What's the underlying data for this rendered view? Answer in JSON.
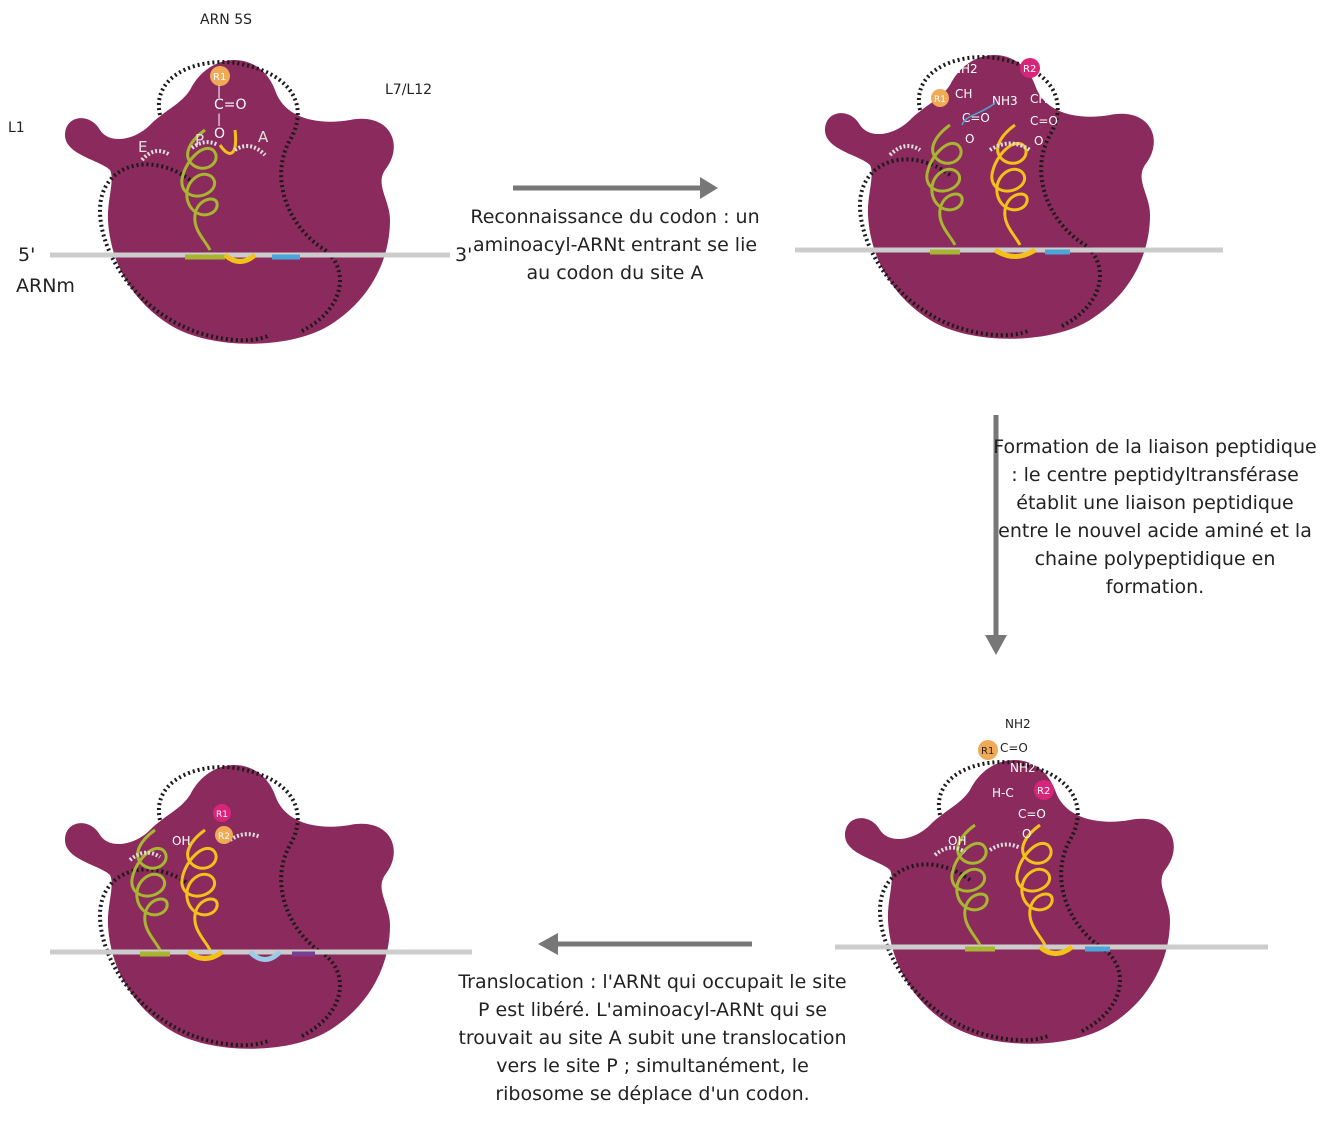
{
  "labels": {
    "arn5s": "ARN 5S",
    "l7l12": "L7/L12",
    "l1": "L1",
    "five_prime": "5'",
    "three_prime": "3'",
    "arnm": "ARNm",
    "site_e": "E",
    "site_p": "P",
    "site_a": "A"
  },
  "molecules": {
    "r1": "R1",
    "r2": "R2",
    "c_eq_o": "C=O",
    "o": "O",
    "nh2": "NH2",
    "ch": "CH",
    "nh3": "NH3",
    "h_c": "H-C",
    "oh": "OH",
    "vbar": "|"
  },
  "steps": {
    "recognition": "Reconnaissance du codon : un aminoacyl-ARNt entrant se lie au codon du site A",
    "peptide_bond": "Formation de la liaison peptidique : le centre peptidyltransférase établit une liaison peptidique entre le nouvel acide aminé et la chaine polypeptidique en formation.",
    "translocation": "Translocation : l'ARNt qui occupait le site P est libéré. L'aminoacyl-ARNt qui se trouvait au site A subit une translocation vers le site P ; simultanément, le ribosome se déplace d'un codon."
  },
  "colors": {
    "ribosome": "#8b2a5c",
    "mrna": "#cccccc",
    "trna_green": "#a8b530",
    "trna_yellow": "#f2c21a",
    "codon_blue": "#4aa6d8",
    "codon_lightblue": "#9ccbe8",
    "codon_purple": "#7a3f8f",
    "r1_orange": "#f0a955",
    "r2_pink": "#d8257a",
    "arrow_gray": "#777777"
  }
}
